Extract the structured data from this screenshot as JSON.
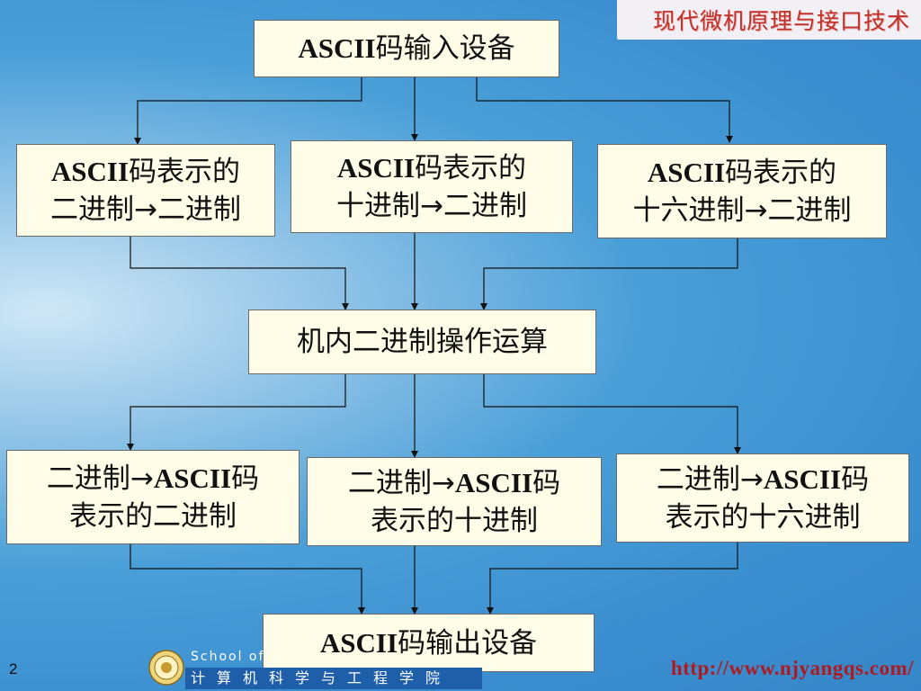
{
  "header": {
    "title": "现代微机原理与接口技术"
  },
  "diagram": {
    "input_device": {
      "code": "ASCII",
      "text": "码输入设备"
    },
    "row1": [
      {
        "id": "bin-in",
        "l1_code": "ASCII",
        "l1_text": "码表示的",
        "l2_text": "二进制→二进制"
      },
      {
        "id": "dec-in",
        "l1_code": "ASCII",
        "l1_text": "码表示的",
        "l2_text": "十进制→二进制"
      },
      {
        "id": "hex-in",
        "l1_code": "ASCII",
        "l1_text": "码表示的",
        "l2_text": "十六进制→二进制"
      }
    ],
    "process": {
      "text": "机内二进制操作运算"
    },
    "row2": [
      {
        "id": "bin-out",
        "l1_pre": "二进制→",
        "l1_code": "ASCII",
        "l1_post": "码",
        "l2_text": "表示的二进制"
      },
      {
        "id": "dec-out",
        "l1_pre": "二进制→",
        "l1_code": "ASCII",
        "l1_post": "码",
        "l2_text": "表示的十进制"
      },
      {
        "id": "hex-out",
        "l1_pre": "二进制→",
        "l1_code": "ASCII",
        "l1_post": "码",
        "l2_text": "表示的十六进制"
      }
    ],
    "output_device": {
      "code": "ASCII",
      "text": "码输出设备"
    }
  },
  "footer": {
    "page_number": "2",
    "school_en": "School of",
    "school_cn": "计算机科学与工程学院",
    "url": "http://www.njyangqs.com/"
  }
}
